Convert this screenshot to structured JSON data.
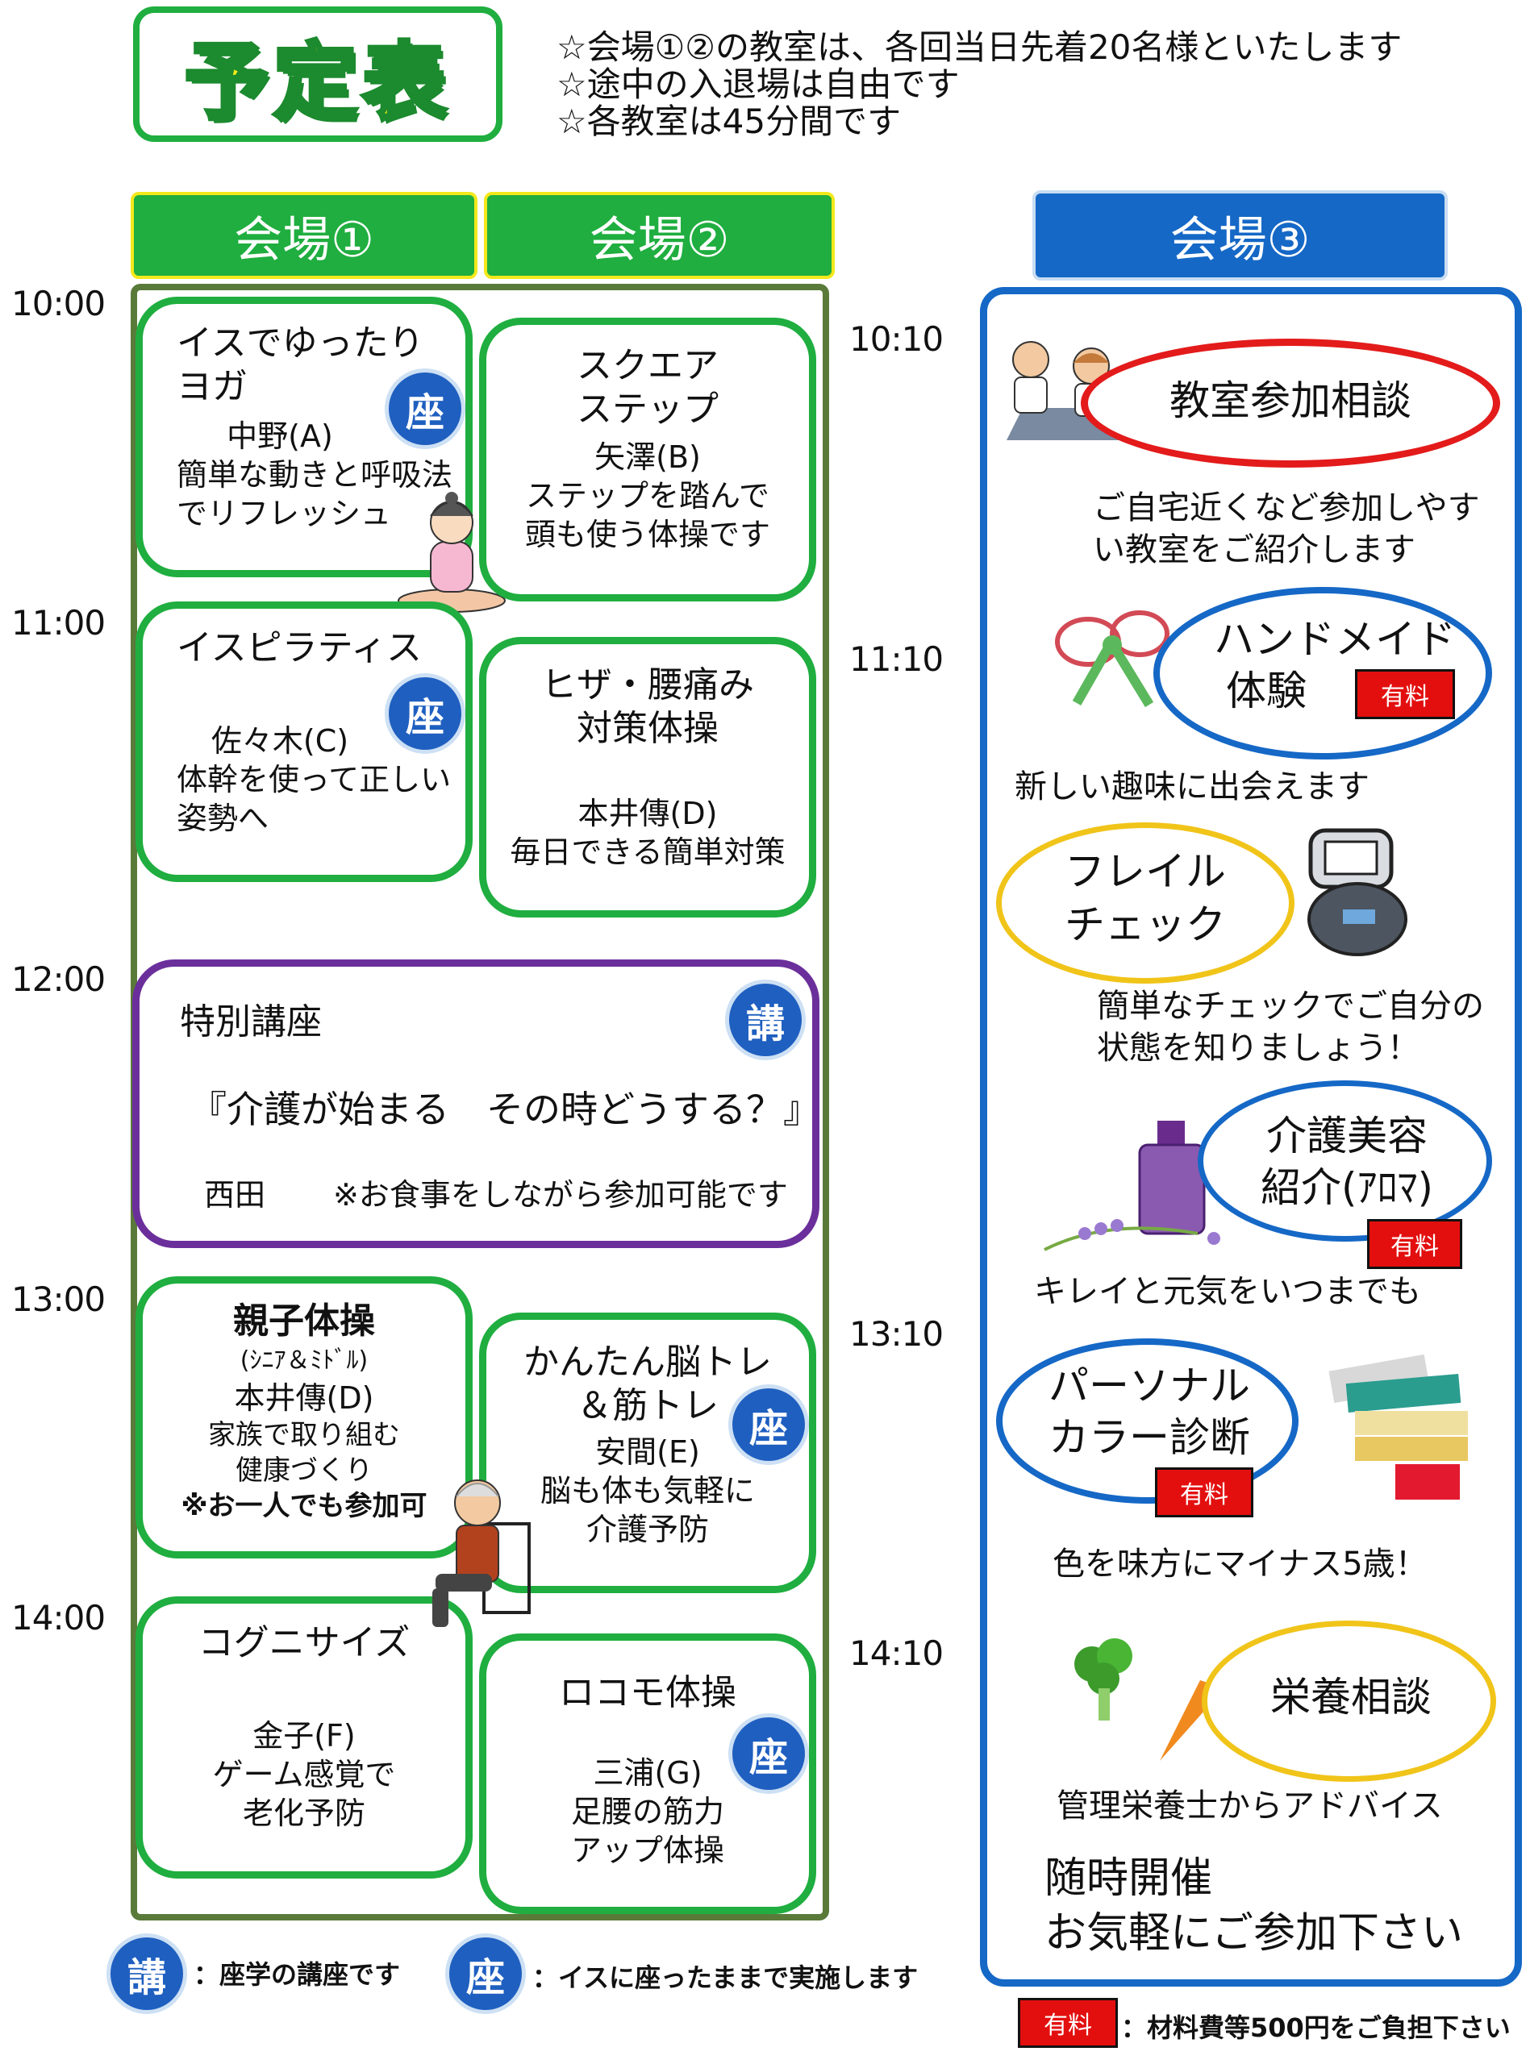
{
  "header": {
    "title": "予定表",
    "notes": [
      "☆会場①②の教室は、各回当日先着20名様といたします",
      "☆途中の入退場は自由です",
      "☆各教室は45分間です"
    ]
  },
  "venues": [
    "会場①",
    "会場②",
    "会場③"
  ],
  "times_left": [
    "10:00",
    "11:00",
    "12:00",
    "13:00",
    "14:00"
  ],
  "times_right": [
    "10:10",
    "11:10",
    "13:10",
    "14:10"
  ],
  "badges": {
    "seat": "座",
    "lecture": "講",
    "paid": "有料"
  },
  "venue1": [
    {
      "title1": "イスでゆったり",
      "title2": "ヨガ",
      "instructor": "中野(A)",
      "desc1": "簡単な動きと呼吸法",
      "desc2": "でリフレッシュ"
    },
    {
      "title1": "イスピラティス",
      "instructor": "佐々木(C)",
      "desc1": "体幹を使って正しい",
      "desc2": "姿勢へ"
    },
    {
      "title1": "親子体操",
      "sub": "(ｼﾆｱ＆ﾐﾄﾞﾙ)",
      "instructor": "本井傳(D)",
      "desc1": "家族で取り組む",
      "desc2": "健康づくり",
      "note": "※お一人でも参加可"
    },
    {
      "title1": "コグニサイズ",
      "instructor": "金子(F)",
      "desc1": "ゲーム感覚で",
      "desc2": "老化予防"
    }
  ],
  "venue2": [
    {
      "title1": "スクエア",
      "title2": "ステップ",
      "instructor": "矢澤(B)",
      "desc1": "ステップを踏んで",
      "desc2": "頭も使う体操です"
    },
    {
      "title1": "ヒザ・腰痛み",
      "title2": "対策体操",
      "instructor": "本井傳(D)",
      "desc1": "毎日できる簡単対策"
    },
    {
      "title1": "かんたん脳トレ",
      "title2": "＆筋トレ",
      "instructor": "安間(E)",
      "desc1": "脳も体も気軽に",
      "desc2": "介護予防"
    },
    {
      "title1": "ロコモ体操",
      "instructor": "三浦(G)",
      "desc1": "足腰の筋力",
      "desc2": "アップ体操"
    }
  ],
  "special": {
    "label": "特別講座",
    "title": "『介護が始まる　その時どうする？』",
    "instructor": "西田",
    "note": "※お食事をしながら参加可能です"
  },
  "venue3": [
    {
      "name": "教室参加相談",
      "desc1": "ご自宅近くなど参加しやす",
      "desc2": "い教室をご紹介します"
    },
    {
      "name1": "ハンドメイド",
      "name2": "体験",
      "desc1": "新しい趣味に出会えます"
    },
    {
      "name1": "フレイル",
      "name2": "チェック",
      "desc1": "簡単なチェックでご自分の",
      "desc2": "状態を知りましょう！"
    },
    {
      "name1": "介護美容",
      "name2": "紹介(ｱﾛﾏ)",
      "desc1": "キレイと元気をいつまでも"
    },
    {
      "name1": "パーソナル",
      "name2": "カラー診断",
      "desc1": "色を味方にマイナス5歳！"
    },
    {
      "name": "栄養相談",
      "desc1": "管理栄養士からアドバイス"
    }
  ],
  "anytime": {
    "line1": "随時開催",
    "line2": "お気軽にご参加下さい"
  },
  "legend": {
    "lecture": "：座学の講座です",
    "seat": "：イスに座ったままで実施します",
    "paid": "：材料費等500円をご負担下さい"
  }
}
